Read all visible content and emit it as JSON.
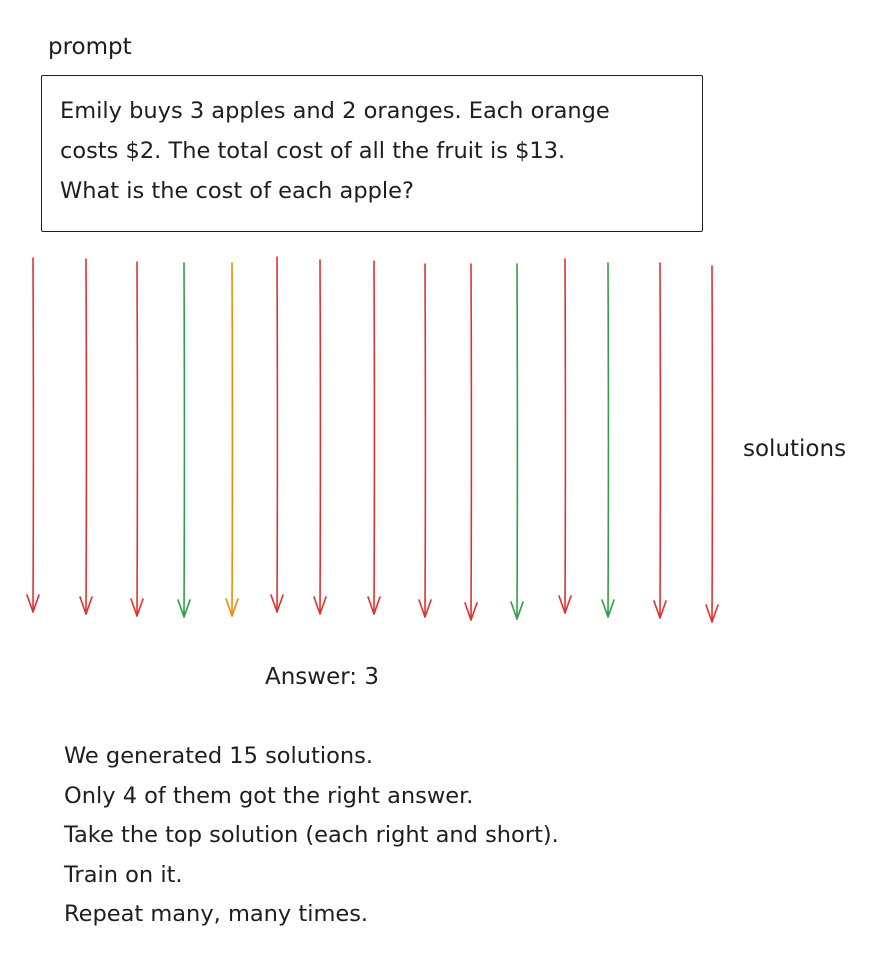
{
  "prompt": {
    "label": "prompt",
    "lines": [
      "Emily buys 3 apples and 2 oranges. Each orange",
      "costs $2. The total cost of all the fruit is $13.",
      "What is the cost of each apple?"
    ]
  },
  "solutions": {
    "label": "solutions",
    "arrows": [
      {
        "status": "wrong"
      },
      {
        "status": "wrong"
      },
      {
        "status": "wrong"
      },
      {
        "status": "right"
      },
      {
        "status": "partial"
      },
      {
        "status": "wrong"
      },
      {
        "status": "wrong"
      },
      {
        "status": "wrong"
      },
      {
        "status": "wrong"
      },
      {
        "status": "wrong"
      },
      {
        "status": "right"
      },
      {
        "status": "wrong"
      },
      {
        "status": "right"
      },
      {
        "status": "wrong"
      },
      {
        "status": "wrong"
      }
    ]
  },
  "colors": {
    "wrong": "#e03131",
    "right": "#2f9e44",
    "partial": "#f08c00",
    "text": "#1e1e1e"
  },
  "answer": "Answer: 3",
  "notes": [
    "We generated 15 solutions.",
    "Only 4 of them got the right answer.",
    "Take the top solution (each right and short).",
    "Train on it.",
    "Repeat many, many times."
  ]
}
